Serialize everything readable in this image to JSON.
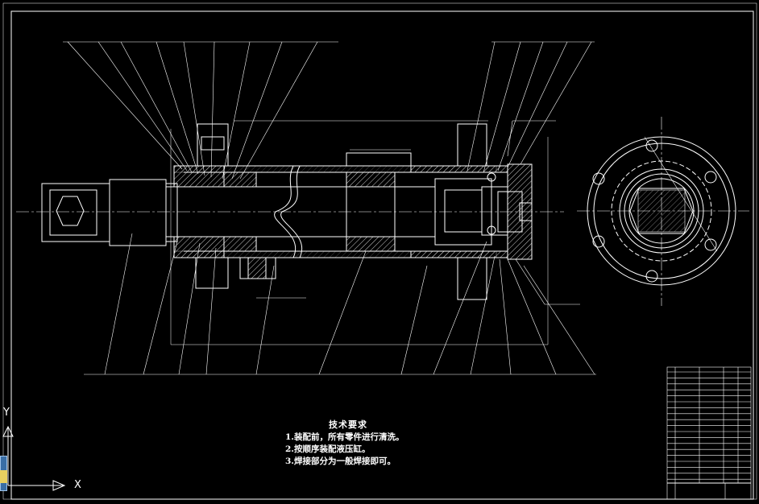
{
  "technical_requirements": {
    "title": "技术要求",
    "items": [
      "1.装配前，所有零件进行清洗。",
      "2.按顺序装配液压缸。",
      "3.焊接部分为一般焊接即可。"
    ]
  },
  "ucs": {
    "x_label": "X",
    "y_label": "Y"
  },
  "colors": {
    "background": "#000000",
    "lines": "#ffffff",
    "ucs_tab": "#3a6ea5"
  }
}
